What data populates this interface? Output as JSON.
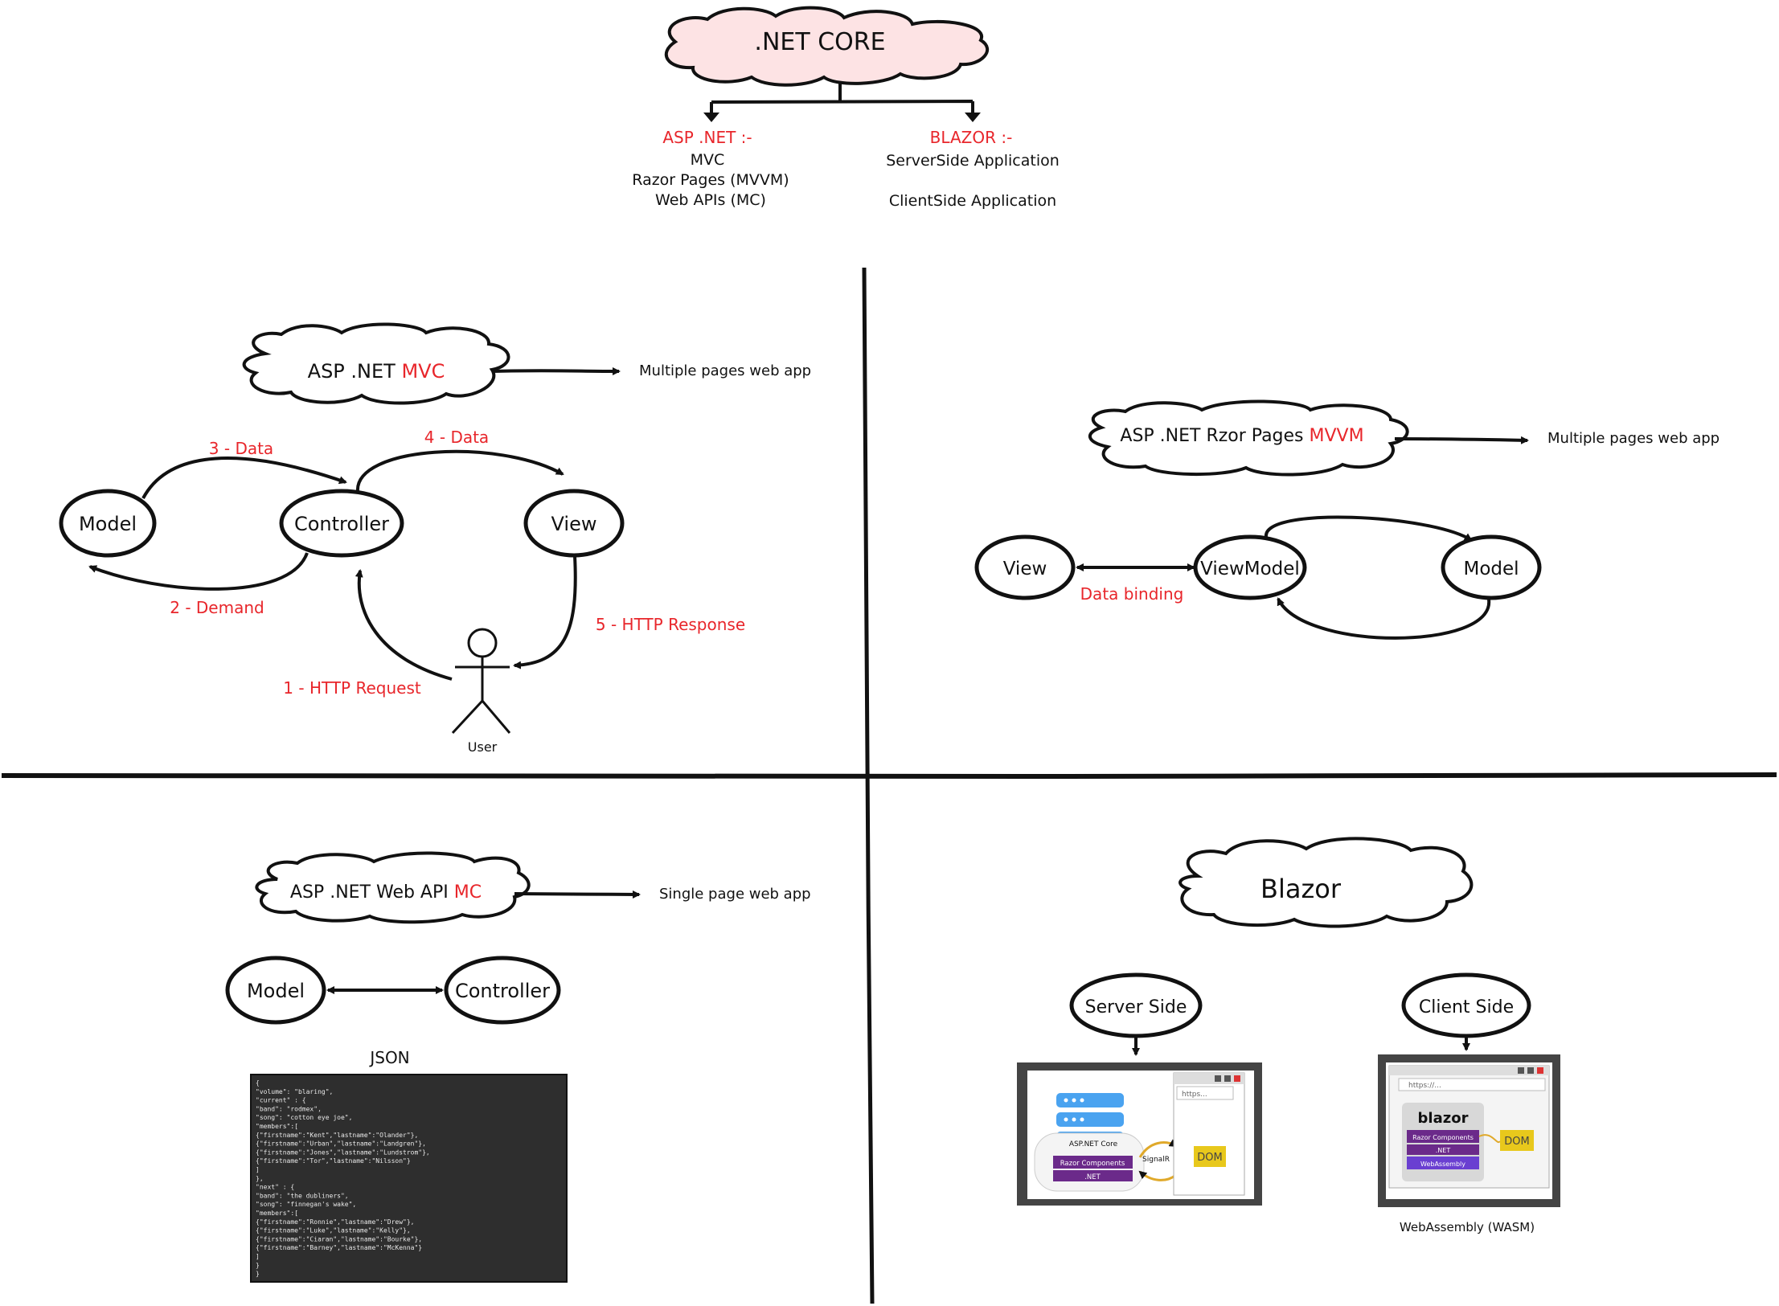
{
  "top": {
    "title": ".NET CORE",
    "asp": {
      "heading": "ASP .NET :-",
      "items": [
        "MVC",
        "Razor Pages (MVVM)",
        "Web APIs (MC)"
      ]
    },
    "blazor": {
      "heading": "BLAZOR :-",
      "items": [
        "ServerSide Application",
        "ClientSide Application"
      ]
    }
  },
  "mvc": {
    "cloud_prefix": "ASP .NET ",
    "cloud_accent": "MVC",
    "note": "Multiple pages web app",
    "nodes": {
      "model": "Model",
      "controller": "Controller",
      "view": "View",
      "user": "User"
    },
    "labels": {
      "data3": "3 - Data",
      "data4": "4 - Data",
      "demand": "2 - Demand",
      "request": "1 - HTTP Request",
      "response": "5 - HTTP Response"
    }
  },
  "razor": {
    "cloud_prefix": "ASP .NET Rzor Pages ",
    "cloud_accent": "MVVM",
    "note": "Multiple pages web app",
    "nodes": {
      "view": "View",
      "viewmodel": "ViewModel",
      "model": "Model"
    },
    "binding": "Data binding"
  },
  "webapi": {
    "cloud_prefix": "ASP .NET Web API ",
    "cloud_accent": "MC",
    "note": "Single page web app",
    "nodes": {
      "model": "Model",
      "controller": "Controller"
    },
    "json_title": "JSON",
    "json_lines": [
      "{",
      "  \"volume\": \"blaring\",",
      "  \"current\" : {",
      "            \"band\": \"rodmex\",",
      "            \"song\": \"cotton eye joe\",",
      "            \"members\":[",
      "                   {\"firstname\":\"Kent\",\"lastname\":\"Olander\"},",
      "                   {\"firstname\":\"Urban\",\"lastname\":\"Landgren\"},",
      "                   {\"firstname\":\"Jones\",\"lastname\":\"Lundstrom\"},",
      "                   {\"firstname\":\"Tor\",\"lastname\":\"Nilsson\"}",
      "            ]",
      "         },",
      "  \"next\" : {",
      "          \"band\": \"the dubliners\",",
      "          \"song\": \"finnegan's wake\",",
      "          \"members\":[",
      "                 {\"firstname\":\"Ronnie\",\"lastname\":\"Drew\"},",
      "                 {\"firstname\":\"Luke\",\"lastname\":\"Kelly\"},",
      "                 {\"firstname\":\"Ciaran\",\"lastname\":\"Bourke\"},",
      "                 {\"firstname\":\"Barney\",\"lastname\":\"McKenna\"}",
      "          ]",
      "      }",
      "}"
    ]
  },
  "blazor": {
    "title": "Blazor",
    "server": {
      "label": "Server Side",
      "url": "https...",
      "core": "ASP.NET Core",
      "razor": "Razor Components",
      "net": ".NET",
      "signalr": "SignalR",
      "dom": "DOM"
    },
    "client": {
      "label": "Client Side",
      "url": "https://...",
      "brand": "blazor",
      "razor": "Razor Components",
      "net": ".NET",
      "wasm": "WebAssembly",
      "dom": "DOM",
      "caption": "WebAssembly (WASM)"
    }
  },
  "colors": {
    "accent": "#e8262b",
    "cloud_fill": "#fde3e4",
    "purple": "#6b2a8a",
    "violet": "#6a3fd1",
    "dom_yellow": "#e8c81c",
    "server_blue": "#4aa3f0"
  }
}
